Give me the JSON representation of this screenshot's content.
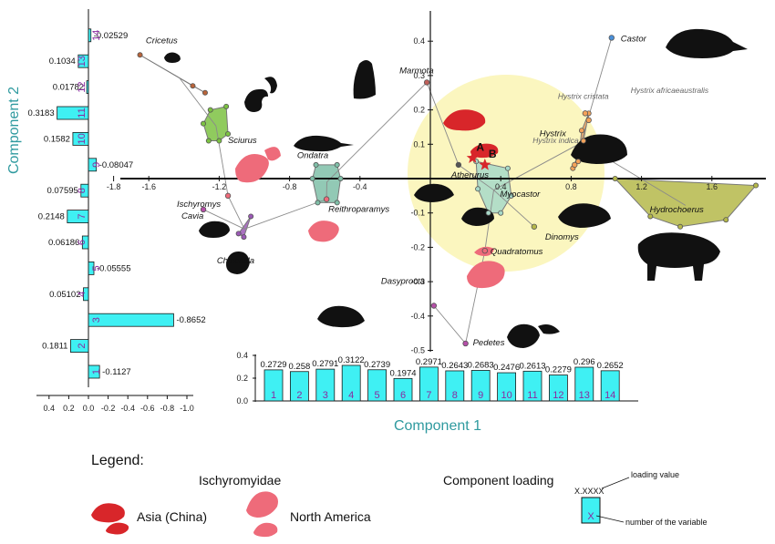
{
  "colors": {
    "bar_fill": "#3ff0f3",
    "bar_stroke": "#1a1a1a",
    "axis_title": "#2f9a9f",
    "variable_number": "#8a2aa0",
    "highlight_circle": "#fbf6bf",
    "asia_red": "#d8262a",
    "north_america_pink": "#ee6b7a",
    "cricetus_hull": "#b9643a",
    "sciurus_hull": "#7cc242",
    "ondatra_hull": "#7fbfa8",
    "myocastor_hull": "#a7d9c8",
    "hystrix_hull": "#f4a259",
    "hydrochoerus_hull": "#b5b84a"
  },
  "chart_data": [
    {
      "type": "scatter",
      "xlabel": "Component 1",
      "ylabel": "Component 2",
      "x_ticks": [
        "-1.8",
        "-1.6",
        "-1.2",
        "-0.8",
        "-0.4",
        "0.4",
        "0.8",
        "1.2",
        "1.6"
      ],
      "x_tick_values": [
        -1.8,
        -1.6,
        -1.2,
        -0.8,
        -0.4,
        0.4,
        0.8,
        1.2,
        1.6
      ],
      "y_ticks": [
        "0.4",
        "0.3",
        "0.2",
        "0.1",
        "-0.1",
        "-0.2",
        "-0.3",
        "-0.4",
        "-0.5"
      ],
      "y_tick_values": [
        0.4,
        0.3,
        0.2,
        0.1,
        -0.1,
        -0.2,
        -0.3,
        -0.4,
        -0.5
      ],
      "xlim": [
        -1.88,
        1.88
      ],
      "ylim": [
        -0.52,
        0.47
      ],
      "groups": [
        {
          "name": "Cricetus",
          "color": "#b9643a",
          "points": [
            [
              -1.65,
              0.36
            ],
            [
              -1.28,
              0.25
            ],
            [
              -1.35,
              0.27
            ]
          ]
        },
        {
          "name": "Sciurus",
          "color": "#7cc242",
          "points": [
            [
              -1.25,
              0.2
            ],
            [
              -1.16,
              0.21
            ],
            [
              -1.15,
              0.13
            ],
            [
              -1.2,
              0.11
            ],
            [
              -1.26,
              0.11
            ],
            [
              -1.29,
              0.16
            ]
          ]
        },
        {
          "name": "Ondatra",
          "color": "#7fbfa8",
          "points": [
            [
              -0.65,
              0.04
            ],
            [
              -0.53,
              0.04
            ],
            [
              -0.51,
              0.0
            ],
            [
              -0.53,
              -0.07
            ],
            [
              -0.64,
              -0.07
            ],
            [
              -0.67,
              0.0
            ]
          ]
        },
        {
          "name": "Myocastor",
          "color": "#a7d9c8",
          "points": [
            [
              0.26,
              0.05
            ],
            [
              0.44,
              0.03
            ],
            [
              0.46,
              -0.05
            ],
            [
              0.4,
              -0.1
            ],
            [
              0.33,
              -0.1
            ],
            [
              0.27,
              -0.03
            ]
          ]
        },
        {
          "name": "Hystrix",
          "color": "#f4a259",
          "points": [
            [
              0.9,
              0.19
            ],
            [
              0.86,
              0.14
            ],
            [
              0.84,
              0.05
            ],
            [
              0.81,
              0.03
            ],
            [
              0.87,
              0.11
            ]
          ]
        },
        {
          "name": "Hydrochoerus",
          "color": "#b5b84a",
          "points": [
            [
              1.05,
              0.0
            ],
            [
              1.85,
              -0.02
            ],
            [
              1.68,
              -0.12
            ],
            [
              1.42,
              -0.14
            ],
            [
              1.25,
              -0.11
            ]
          ]
        },
        {
          "name": "Chinchilla",
          "color": "#9b59b6",
          "points": [
            [
              -1.02,
              -0.11
            ],
            [
              -1.06,
              -0.17
            ],
            [
              -1.09,
              -0.16
            ]
          ]
        }
      ],
      "labeled_points": [
        {
          "name": "Castor",
          "x": 1.03,
          "y": 0.41,
          "color": "#4a90d9"
        },
        {
          "name": "Marmota",
          "x": -0.02,
          "y": 0.28,
          "color": "#c0605a"
        },
        {
          "name": "Atherurus",
          "x": 0.16,
          "y": 0.04,
          "color": "#555555"
        },
        {
          "name": "Dinomys",
          "x": 0.59,
          "y": -0.14,
          "color": "#b5b84a"
        },
        {
          "name": "Quadratomus",
          "x": 0.31,
          "y": -0.21,
          "color": "#ee6b7a"
        },
        {
          "name": "Dasyprocta",
          "x": 0.02,
          "y": -0.37,
          "color": "#b54fa8"
        },
        {
          "name": "Pedetes",
          "x": 0.2,
          "y": -0.48,
          "color": "#b54fa8"
        },
        {
          "name": "Ischyromys",
          "x": -1.15,
          "y": -0.05,
          "color": "#ee6b7a"
        },
        {
          "name": "Reithroparamys",
          "x": -0.59,
          "y": -0.06,
          "color": "#ee6b7a"
        },
        {
          "name": "Cavia",
          "x": -1.29,
          "y": -0.09,
          "color": "#b54fa8"
        },
        {
          "name": "Hystrix cristata",
          "x": 0.88,
          "y": 0.19,
          "color": "#f4a259"
        },
        {
          "name": "Hystrix africaeaustralis",
          "x": 0.9,
          "y": 0.17,
          "color": "#f4a259"
        },
        {
          "name": "Hystrix indica",
          "x": 0.82,
          "y": 0.04,
          "color": "#f4a259"
        }
      ],
      "star_points": [
        {
          "name": "A",
          "x": 0.24,
          "y": 0.06
        },
        {
          "name": "B",
          "x": 0.31,
          "y": 0.04
        }
      ]
    },
    {
      "type": "bar",
      "orientation": "vertical",
      "categories": [
        "1",
        "2",
        "3",
        "4",
        "5",
        "6",
        "7",
        "8",
        "9",
        "10",
        "11",
        "12",
        "13",
        "14"
      ],
      "values": [
        0.2729,
        0.258,
        0.2791,
        0.3122,
        0.2739,
        0.1974,
        0.2971,
        0.2643,
        0.2683,
        0.2476,
        0.2613,
        0.2279,
        0.296,
        0.2652
      ],
      "value_labels": [
        "0.2729",
        "0.258",
        "0.2791",
        "0.3122",
        "0.2739",
        "0.1974",
        "0.2971",
        "0.2643",
        "0.2683",
        "0.2476",
        "0.2613",
        "0.2279",
        "0.296",
        "0.2652"
      ],
      "y_ticks": [
        "0.0",
        "0.2",
        "0.4"
      ],
      "ylim": [
        0,
        0.4
      ]
    },
    {
      "type": "bar",
      "orientation": "horizontal",
      "categories": [
        "1",
        "2",
        "3",
        "4",
        "5",
        "6",
        "7",
        "8",
        "9",
        "10",
        "11",
        "12",
        "13",
        "14"
      ],
      "values": [
        -0.1127,
        0.1811,
        -0.8652,
        0.05102,
        -0.05555,
        0.06186,
        0.2148,
        0.07595,
        -0.08047,
        0.1582,
        0.3183,
        0.01782,
        0.1034,
        -0.02529
      ],
      "value_labels": [
        "-0.1127",
        "0.1811",
        "-0.8652",
        "0.05102",
        "-0.05555",
        "0.06186",
        "0.2148",
        "0.07595",
        "-0.08047",
        "0.1582",
        "0.3183",
        "0.01782",
        "0.1034",
        "-0.02529"
      ],
      "x_ticks": [
        "0.4",
        "0.2",
        "0.0",
        "-0.2",
        "-0.4",
        "-0.6",
        "-0.8",
        "-1.0"
      ],
      "xlim": [
        0.4,
        -1.0
      ]
    }
  ],
  "legend": {
    "title": "Legend:",
    "family": "Ischyromyidae",
    "asia_label": "Asia (China)",
    "na_label": "North America",
    "loading_title": "Component loading",
    "loading_sample_value": "X.XXXX",
    "loading_sample_number": "X",
    "loading_value_note": "loading value",
    "loading_number_note": "number of the variable"
  }
}
